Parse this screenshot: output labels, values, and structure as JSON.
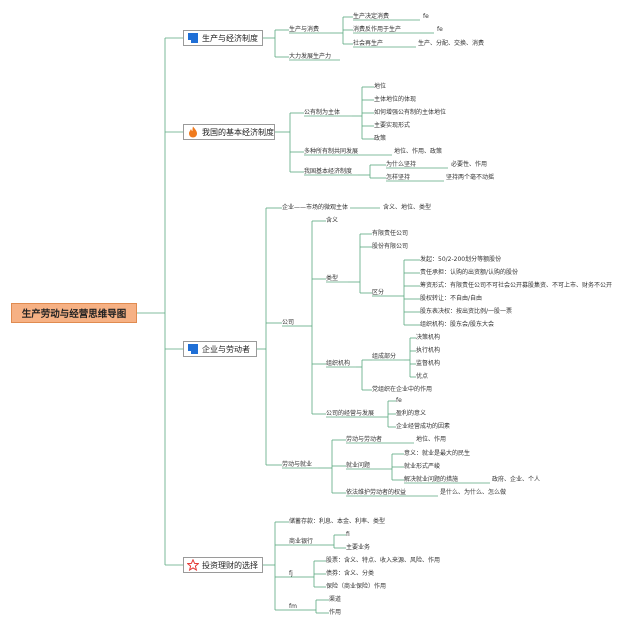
{
  "colors": {
    "line": "#5aa97f",
    "root_fill": "#f6b184",
    "icon_blue": "#1f6fd6",
    "icon_orange": "#f07a1d",
    "icon_red": "#e53935"
  },
  "root": "生产劳动与经营思维导图",
  "main": [
    {
      "label": "生产与经济制度",
      "icon": "flag-icon"
    },
    {
      "label": "我国的基本经济制度",
      "icon": "flame-icon"
    },
    {
      "label": "企业与劳动者",
      "icon": "flag-icon"
    },
    {
      "label": "投资理财的选择",
      "icon": "star-icon"
    }
  ],
  "b1": {
    "prod_consume": "生产与消费",
    "decides": "生产决定消费",
    "decides_note": "fe",
    "reacts": "消费反作用于生产",
    "reacts_note": "fe",
    "social": "社会再生产",
    "social_note": "生产、分配、交换、消费",
    "develop": "大力发展生产力"
  },
  "b2": {
    "public": "公有制为主体",
    "p1": "地位",
    "p2": "主体地位的体现",
    "p3": "如何增强公有制的主体地位",
    "p4": "主要实现形式",
    "p5": "政策",
    "multi": "多种所有制共同发展",
    "multi_note": "地位、作用、政策",
    "basic": "我国基本经济制度",
    "why": "为什么坚持",
    "why_note": "必要性、作用",
    "how": "怎样坚持",
    "how_note": "坚持两个毫不动摇"
  },
  "b3": {
    "enterprise": "企业——市场的微观主体",
    "enterprise_note": "含义、地位、类型",
    "company": "公司",
    "meaning": "含义",
    "types": "类型",
    "llc": "有限责任公司",
    "jsc": "股份有限公司",
    "diff": "区分",
    "d1": "发起：50/2-200划分等额股份",
    "d2": "责任承担：认购的出资额/认购的股份",
    "d3": "筹资形式：有限责任公司不可社会公开募股集资、不可上市、财务不公开",
    "d4": "股权转让：不自由/自由",
    "d5": "股东表决权：按出资比例/一股一票",
    "d6": "组织机构：股东会/股东大会",
    "org": "组织机构",
    "org_parts": "组成部分",
    "o1": "决策机构",
    "o2": "执行机构",
    "o3": "监督机构",
    "o4": "优点",
    "party": "党组织在企业中的作用",
    "operate": "公司的经营与发展",
    "op_note": "fe",
    "profit": "盈利的意义",
    "success": "企业经营成功的因素",
    "labor_job": "劳动与就业",
    "labor": "劳动与劳动者",
    "labor_note": "地位、作用",
    "job_problem": "就业问题",
    "j1": "意义：就业是最大的民生",
    "j2": "就业形式严峻",
    "j3": "解决就业问题的措施",
    "j3_note": "政府、企业、个人",
    "rights": "依法维护劳动者的权益",
    "rights_note": "是什么、为什么、怎么做"
  },
  "b4": {
    "savings": "储蓄存款：利息、本金、利率、类型",
    "bank": "商业银行",
    "bank_note": "fi",
    "bank_biz": "主要业务",
    "fj": "fj",
    "stock": "股票：含义、特点、收入来源、风险、作用",
    "bond": "债券：含义、分类",
    "insurance": "保险（商业保险）作用",
    "fm": "fm",
    "channel": "渠道",
    "effect": "作用"
  }
}
